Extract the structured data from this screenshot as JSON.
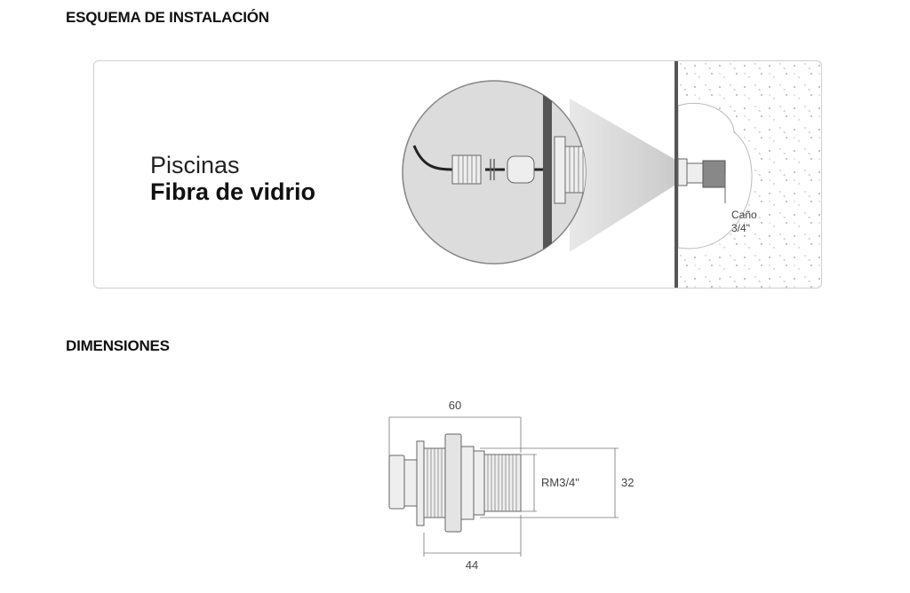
{
  "sections": {
    "installation_title": "ESQUEMA DE INSTALACIÓN",
    "dimensions_title": "DIMENSIONES"
  },
  "panel": {
    "label_light": "Piscinas",
    "label_bold": "Fibra de vidrio",
    "pipe_label_line1": "Caño",
    "pipe_label_line2": "3/4\""
  },
  "dimensions": {
    "total_length": "60",
    "thread_length": "44",
    "thread_label": "RM3/4\"",
    "diameter": "32"
  },
  "colors": {
    "zoom_circle_fill": "#dcdcdc",
    "wall_dark": "#555555",
    "line": "#666666",
    "panel_border": "#cfcfcf"
  }
}
